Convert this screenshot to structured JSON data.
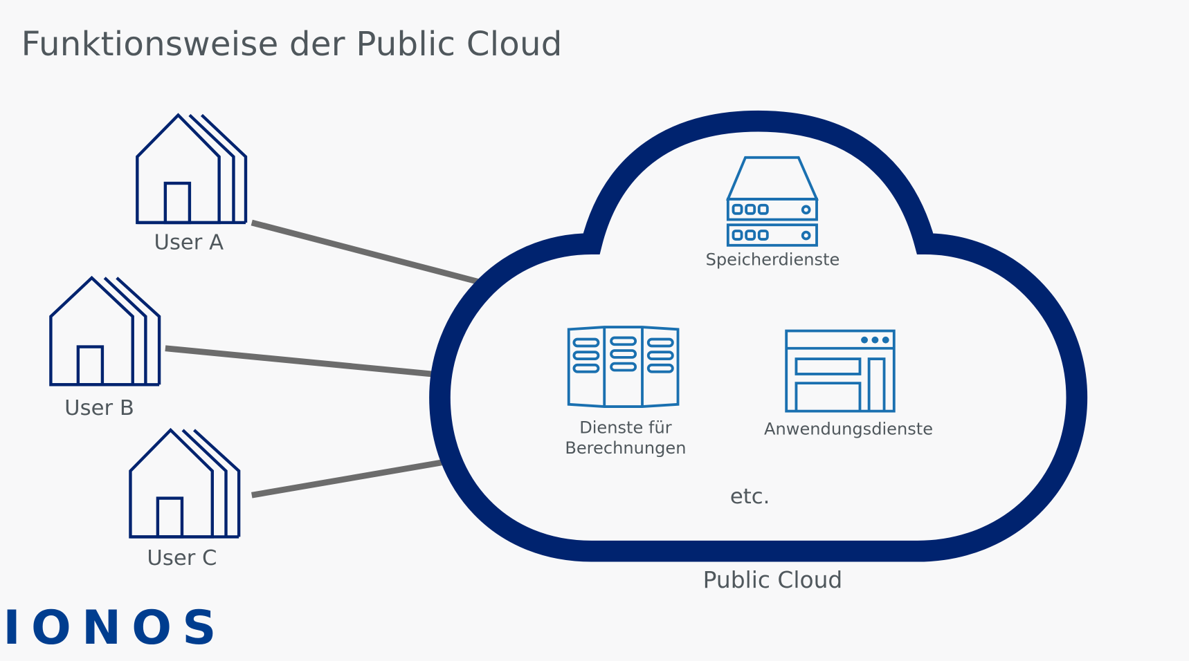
{
  "title": "Funktionsweise der Public Cloud",
  "users": [
    {
      "label": "User A"
    },
    {
      "label": "User B"
    },
    {
      "label": "User C"
    }
  ],
  "cloud": {
    "label": "Public Cloud",
    "services": [
      {
        "icon": "storage-server-icon",
        "label_lines": [
          "Speicherdienste"
        ]
      },
      {
        "icon": "compute-rack-icon",
        "label_lines": [
          "Dienste für",
          "Berechnungen"
        ]
      },
      {
        "icon": "application-window-icon",
        "label_lines": [
          "Anwendungsdienste"
        ]
      }
    ],
    "more_label": "etc."
  },
  "logo": "IONOS",
  "colors": {
    "background": "#f8f8f9",
    "navy": "#00236f",
    "service_blue": "#1a70b0",
    "connector_gray": "#6c6c6c",
    "text_gray": "#4f575c",
    "logo_blue": "#003d8f"
  }
}
